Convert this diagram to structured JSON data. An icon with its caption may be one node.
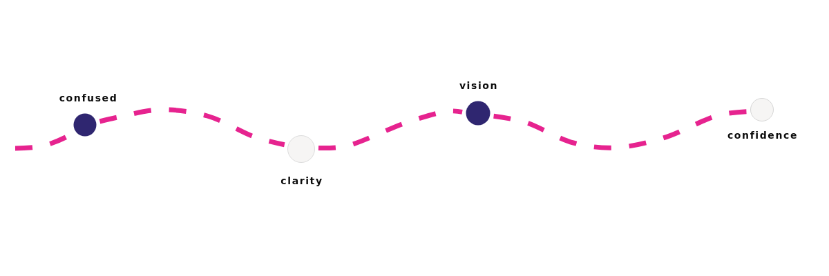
{
  "diagram": {
    "nodes": [
      {
        "text": [],
        "shape": "circle",
        "beside": [
          "confused"
        ]
      },
      {
        "text": [],
        "shape": "circle",
        "beside": [
          "clarity"
        ]
      },
      {
        "text": [],
        "shape": "circle",
        "beside": [
          "vision"
        ]
      },
      {
        "text": [],
        "shape": "circle",
        "beside": [
          "confidence"
        ]
      }
    ],
    "edges": [
      {
        "from": null,
        "to": 0,
        "arrow": "none",
        "style": "dashed"
      },
      {
        "from": 0,
        "to": 1,
        "arrow": "none",
        "style": "dashed"
      },
      {
        "from": 1,
        "to": 2,
        "arrow": "none",
        "style": "dashed"
      },
      {
        "from": 2,
        "to": 3,
        "arrow": "none",
        "style": "dashed"
      }
    ]
  }
}
